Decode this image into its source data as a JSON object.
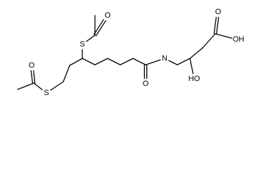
{
  "molecule": {
    "atoms": [
      {
        "id": "s_ring",
        "label": "S"
      },
      {
        "id": "s_chain",
        "label": "S"
      },
      {
        "id": "o_acetyl_top",
        "label": "O"
      },
      {
        "id": "o_acetyl_left",
        "label": "O"
      },
      {
        "id": "o_amide",
        "label": "O"
      },
      {
        "id": "n_amide",
        "label": "N"
      },
      {
        "id": "o_acid",
        "label": "O"
      },
      {
        "id": "oh_acid",
        "label": "OH"
      },
      {
        "id": "oh_hydroxy",
        "label": "HO"
      }
    ]
  }
}
